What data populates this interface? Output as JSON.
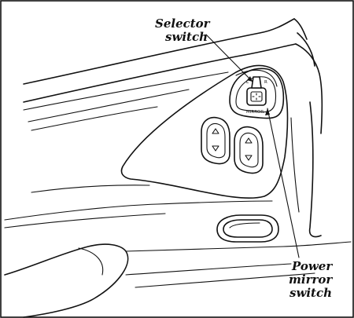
{
  "labels": {
    "selector_line1": "Selector",
    "selector_line2": "switch",
    "power_line1": "Power",
    "power_line2": "mirror",
    "power_line3": "switch"
  },
  "switch_panel": {
    "left_letter": "L",
    "right_letter": "R",
    "panel_text": "MIRROR"
  },
  "colors": {
    "ink": "#111111",
    "paper": "#ffffff"
  }
}
